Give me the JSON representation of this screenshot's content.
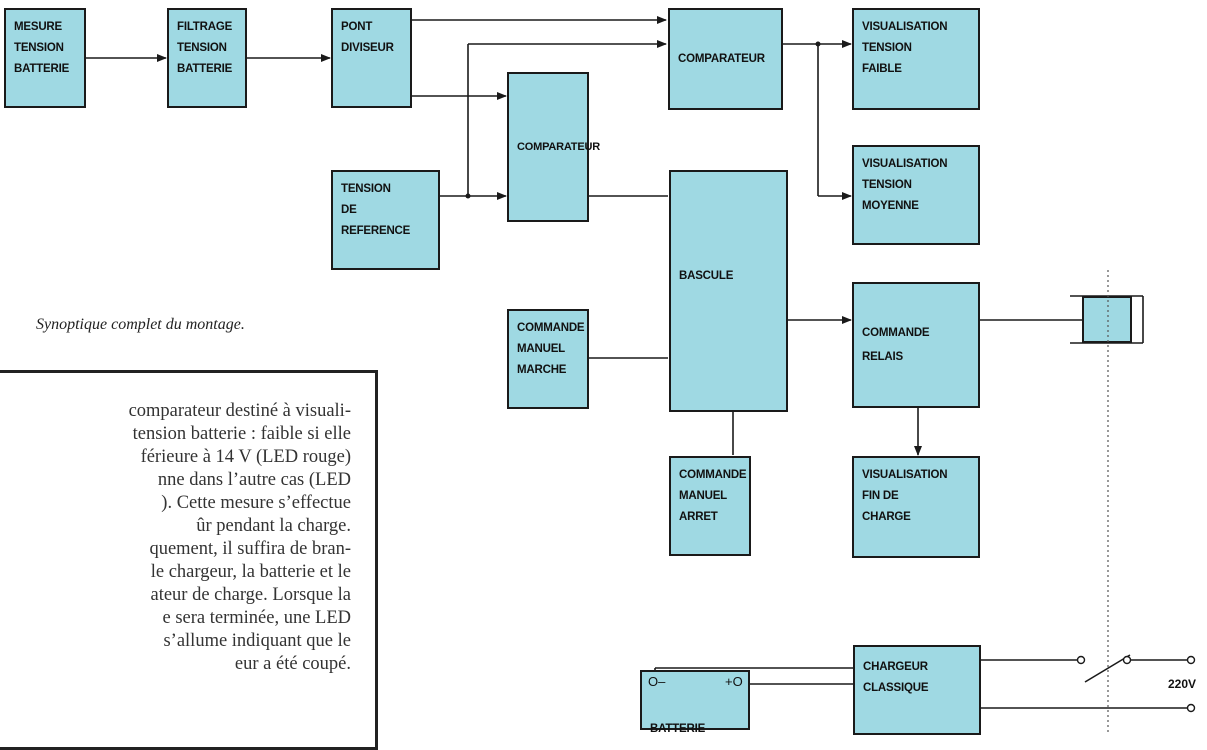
{
  "diagram": {
    "blocks": {
      "mesure": "MESURE\nTENSION\nBATTERIE",
      "filtrage": "FILTRAGE\nTENSION\nBATTERIE",
      "pont": "PONT\nDIVISEUR",
      "comparateur_haut": "COMPARATEUR",
      "comparateur_mid": "COMPARATEUR",
      "tension_ref": "TENSION\nDE\nREFERENCE",
      "visu_faible": "VISUALISATION\nTENSION\nFAIBLE",
      "visu_moyenne": "VISUALISATION\nTENSION\nMOYENNE",
      "bascule": "BASCULE",
      "commande_marche": "COMMANDE\nMANUEL\nMARCHE",
      "commande_relais": "COMMANDE\nRELAIS",
      "commande_arret": "COMMANDE\nMANUEL\nARRET",
      "visu_fin": "VISUALISATION\nFIN DE\nCHARGE",
      "batterie": "BATTERIE",
      "chargeur": "CHARGEUR\nCLASSIQUE"
    },
    "battery_minus": "O–",
    "battery_plus": "+O",
    "mains_label": "220V"
  },
  "caption": "Synoptique complet du montage.",
  "body_text": [
    "comparateur destiné à visuali-",
    "tension batterie : faible si elle",
    "férieure à 14 V (LED rouge)",
    "nne dans l’autre cas (LED",
    "). Cette mesure s’effectue",
    "ûr pendant la charge.",
    "quement, il suffira de bran-",
    "le chargeur, la batterie et le",
    "ateur de charge. Lorsque la",
    "e sera terminée, une LED",
    " s’allume indiquant que le",
    "eur a été coupé."
  ],
  "colors": {
    "block_fill": "#9fd9e3",
    "line": "#1a1a1a"
  }
}
